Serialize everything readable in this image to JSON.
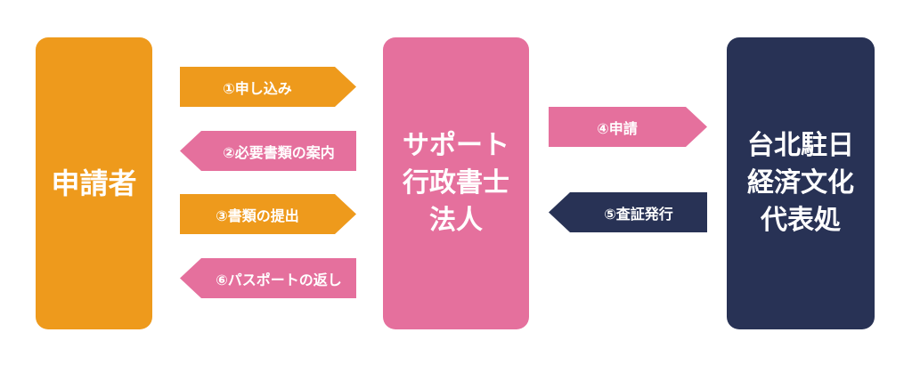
{
  "boxes": {
    "applicant": {
      "label": "申請者",
      "color": "#ee9a1c"
    },
    "office": {
      "label": "サポート\n行政書士\n法人",
      "color": "#e5709d"
    },
    "taipei": {
      "label": "台北駐日\n経済文化\n代表処",
      "color": "#283255"
    }
  },
  "arrows": [
    {
      "id": "arrow-1",
      "label": "①申し込み",
      "direction": "right",
      "color": "#ee9a1c"
    },
    {
      "id": "arrow-2",
      "label": "②必要書類の案内",
      "direction": "left",
      "color": "#e5709d"
    },
    {
      "id": "arrow-3",
      "label": "③書類の提出",
      "direction": "right",
      "color": "#ee9a1c"
    },
    {
      "id": "arrow-6",
      "label": "⑥パスポートの返し",
      "direction": "left",
      "color": "#e5709d"
    },
    {
      "id": "arrow-4",
      "label": "④申請",
      "direction": "right",
      "color": "#e5709d"
    },
    {
      "id": "arrow-5",
      "label": "⑤査証発行",
      "direction": "left",
      "color": "#283255"
    }
  ]
}
